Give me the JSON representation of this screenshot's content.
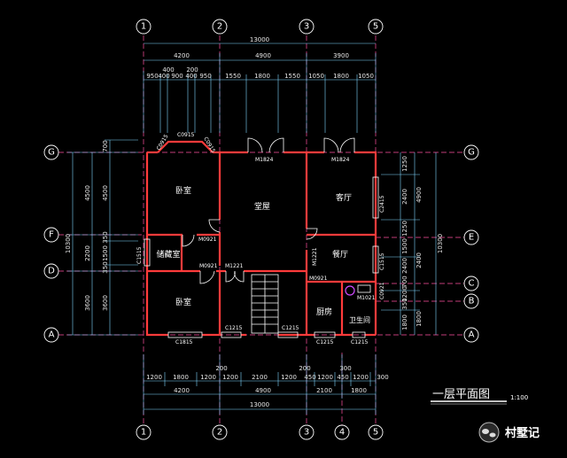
{
  "drawing": {
    "title": "一层平面图",
    "scale": "1:100",
    "watermark": "村墅记",
    "colors": {
      "wall": "#ff3b3b",
      "axisline": "#ff4fa0",
      "dimline": "#7fd6ff",
      "text": "#ffffff"
    }
  },
  "axes": {
    "vertical": [
      "1",
      "2",
      "3",
      "4",
      "5"
    ],
    "horizontal_left": [
      "G",
      "F",
      "D",
      "A"
    ],
    "horizontal_right": [
      "G",
      "E",
      "C",
      "B",
      "A"
    ]
  },
  "top_dims": {
    "total": "13000",
    "row1": [
      "4200",
      "4900",
      "3900"
    ],
    "row2": [
      "950",
      "400",
      "900",
      "400",
      "950",
      "1550",
      "1800",
      "1550",
      "1050",
      "1800",
      "1050"
    ],
    "small": [
      "400",
      "200"
    ]
  },
  "bottom_dims": {
    "total": "13000",
    "row1": [
      "4200",
      "4900",
      "2100",
      "1800"
    ],
    "row2": [
      "1200",
      "1800",
      "1200",
      "1200",
      "2100",
      "1200",
      "450",
      "1200",
      "450",
      "1200",
      "300"
    ],
    "small": [
      "200",
      "200",
      "300"
    ]
  },
  "left_dims": {
    "total": "10300",
    "outer": [
      "4500",
      "2200",
      "3600"
    ],
    "inner": [
      "700",
      "4500",
      "350",
      "1500",
      "350",
      "3600"
    ]
  },
  "right_dims": {
    "total": "10300",
    "outer": [
      "4900",
      "2400",
      "1800"
    ],
    "inner": [
      "1250",
      "2400",
      "1250",
      "1500",
      "2400",
      "700",
      "1200",
      "350",
      "1800"
    ]
  },
  "rooms": [
    "卧室",
    "堂屋",
    "客厅",
    "储藏室",
    "餐厅",
    "卧室",
    "厨房",
    "卫生间"
  ],
  "codes": [
    "C0915",
    "C0915",
    "C0915",
    "M1824",
    "M1824",
    "C2415",
    "C1515",
    "M0921",
    "M0921",
    "M1221",
    "M1221",
    "M0921",
    "C1515",
    "C0921",
    "M1021",
    "C1815",
    "C1215",
    "C1215",
    "C1215",
    "C1215"
  ]
}
